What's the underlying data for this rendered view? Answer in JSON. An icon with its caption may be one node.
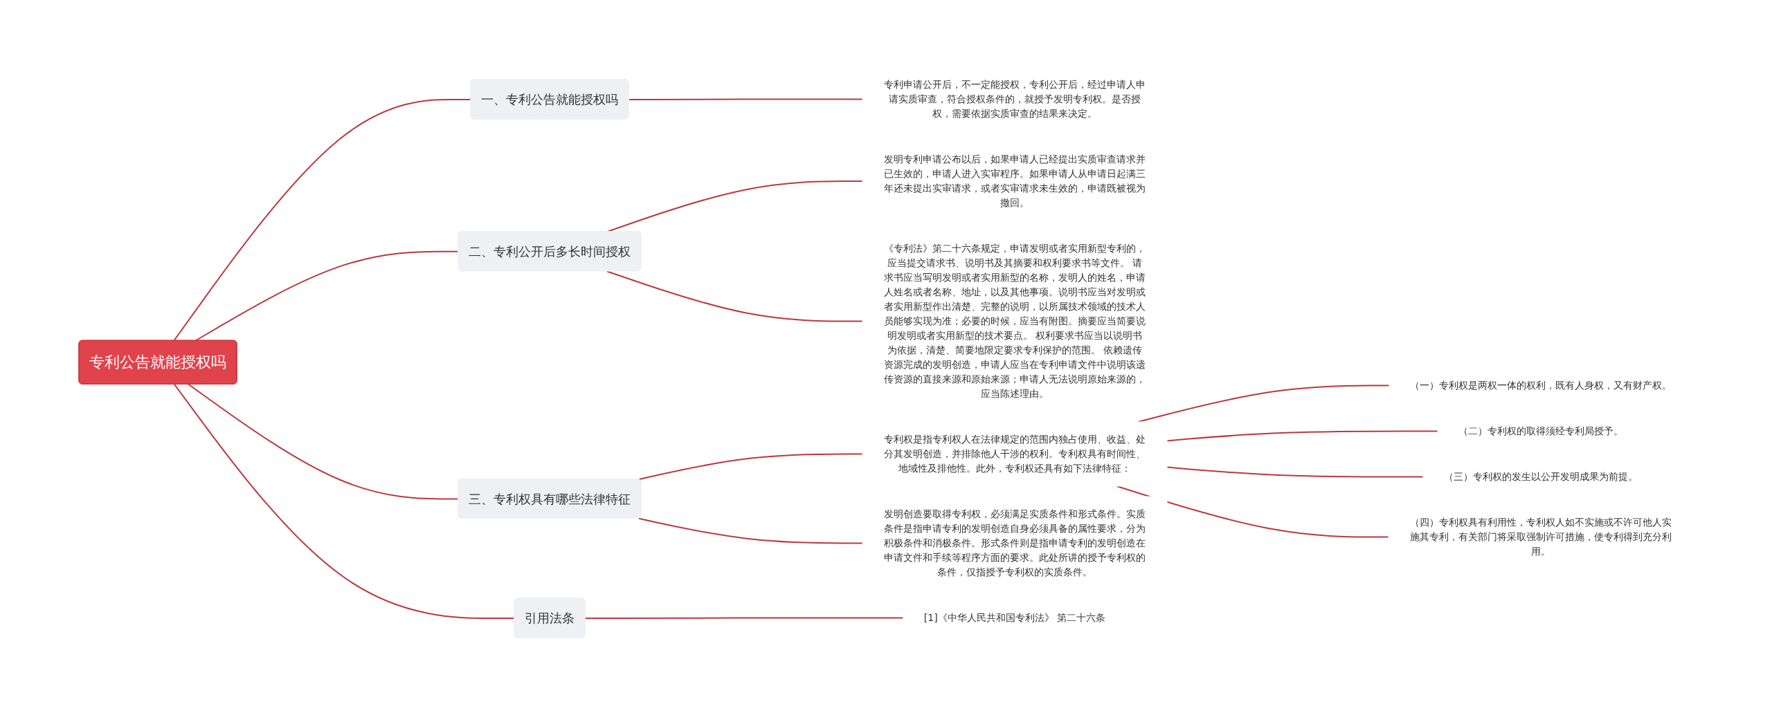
{
  "diagram": {
    "nodes": [
      {
        "text": [
          "专利公告就能授权吗"
        ]
      },
      {
        "text": [
          "一、专利公告就能授权吗"
        ]
      },
      {
        "text": [
          "专利申请公开后，不一定能授权，专利公开后，经过申请人申请实质审查，符合授权条件的，就授予发明专利权。是否授权，需要依据实质审查的结果来决定。"
        ]
      },
      {
        "text": [
          "二、专利公开后多长时间授权"
        ]
      },
      {
        "text": [
          "发明专利申请公布以后，如果申请人已经提出实质审查请求并已生效的，申请人进入实审程序。如果申请人从申请日起满三年还未提出实审请求，或者实审请求未生效的，申请既被视为撤回。"
        ]
      },
      {
        "text": [
          "《专利法》第二十六条规定，申请发明或者实用新型专利的，应当提交请求书、说明书及其摘要和权利要求书等文件。 请求书应当写明发明或者实用新型的名称，发明人的姓名，申请人姓名或者名称、地址，以及其他事项。说明书应当对发明或者实用新型作出清楚、完整的说明，以所属技术领域的技术人员能够实现为准；必要的时候，应当有附图。摘要应当简要说明发明或者实用新型的技术要点。 权利要求书应当以说明书为依据，清楚、简要地限定要求专利保护的范围。 依赖遗传资源完成的发明创造，申请人应当在专利申请文件中说明该遗传资源的直接来源和原始来源；申请人无法说明原始来源的，应当陈述理由。"
        ]
      },
      {
        "text": [
          "三、专利权具有哪些法律特征"
        ]
      },
      {
        "text": [
          "专利权是指专利权人在法律规定的范围内独占使用、收益、处分其发明创造，并排除他人干涉的权利。专利权具有时间性、地域性及排他性。此外，专利权还具有如下法律特征："
        ]
      },
      {
        "text": [
          "（一）专利权是两权一体的权利，既有人身权，又有财产权。"
        ]
      },
      {
        "text": [
          "（二）专利权的取得须经专利局授予。"
        ]
      },
      {
        "text": [
          "（三）专利权的发生以公开发明成果为前提。"
        ]
      },
      {
        "text": [
          "（四）专利权具有利用性，专利权人如不实施或不许可他人实施其专利，有关部门将采取强制许可措施，使专利得到充分利用。"
        ]
      },
      {
        "text": [
          "发明创造要取得专利权，必须满足实质条件和形式条件。实质条件是指申请专利的发明创造自身必须具备的属性要求，分为积极条件和消极条件。形式条件则是指申请专利的发明创造在申请文件和手续等程序方面的要求。此处所讲的授予专利权的条件，仅指授予专利权的实质条件。"
        ]
      },
      {
        "text": [
          "引用法条"
        ]
      },
      {
        "text": [
          "[1]《中华人民共和国专利法》 第二十六条"
        ]
      }
    ],
    "edges": [
      {
        "from": 0,
        "to": 1,
        "arrow": "none"
      },
      {
        "from": 1,
        "to": 2,
        "arrow": "none"
      },
      {
        "from": 0,
        "to": 3,
        "arrow": "none"
      },
      {
        "from": 3,
        "to": 4,
        "arrow": "none"
      },
      {
        "from": 3,
        "to": 5,
        "arrow": "none"
      },
      {
        "from": 0,
        "to": 6,
        "arrow": "none"
      },
      {
        "from": 6,
        "to": 7,
        "arrow": "none"
      },
      {
        "from": 7,
        "to": 8,
        "arrow": "none"
      },
      {
        "from": 7,
        "to": 9,
        "arrow": "none"
      },
      {
        "from": 7,
        "to": 10,
        "arrow": "none"
      },
      {
        "from": 7,
        "to": 11,
        "arrow": "none"
      },
      {
        "from": 6,
        "to": 12,
        "arrow": "none"
      },
      {
        "from": 0,
        "to": 13,
        "arrow": "none"
      },
      {
        "from": 13,
        "to": 14,
        "arrow": "none"
      }
    ]
  }
}
